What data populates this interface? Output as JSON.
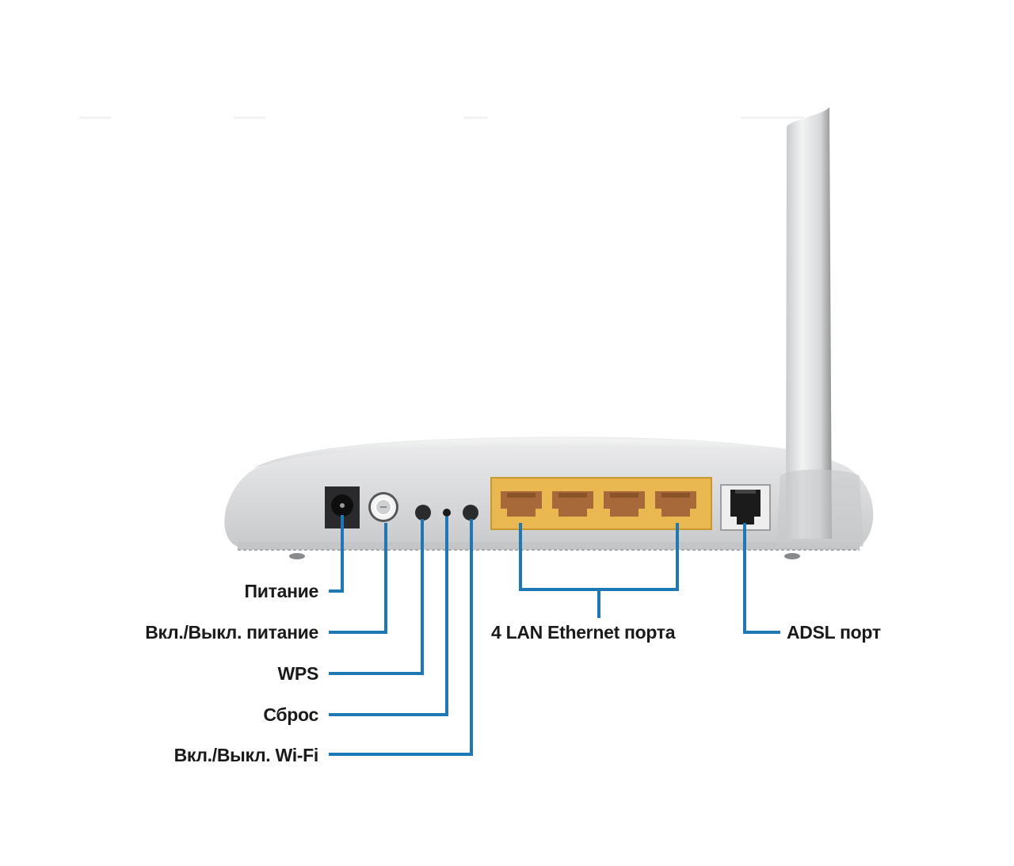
{
  "diagram": {
    "subject": "ADSL Wi-Fi router, rear panel",
    "colors": {
      "leader_line": "#1f77b4",
      "body": "#d9dadb",
      "body_shadow": "#b9babc",
      "lan_panel": "#e8b64a",
      "lan_port": "#a86a3a",
      "port_black": "#1c1c1c",
      "antenna": "#e4e5e6",
      "label_text": "#1a1a1a"
    },
    "labels": {
      "power": "Питание",
      "power_switch": "Вкл./Выкл. питание",
      "wps": "WPS",
      "reset": "Сброс",
      "wifi_switch": "Вкл./Выкл. Wi-Fi",
      "lan": "4 LAN Ethernet порта",
      "adsl": "ADSL порт"
    },
    "components": [
      {
        "id": "power-jack",
        "label_key": "power"
      },
      {
        "id": "power-switch",
        "label_key": "power_switch"
      },
      {
        "id": "wps-button",
        "label_key": "wps"
      },
      {
        "id": "reset-button",
        "label_key": "reset"
      },
      {
        "id": "wifi-switch",
        "label_key": "wifi_switch"
      },
      {
        "id": "lan-ports",
        "count": 4,
        "label_key": "lan"
      },
      {
        "id": "adsl-port",
        "label_key": "adsl"
      },
      {
        "id": "antenna"
      }
    ]
  }
}
